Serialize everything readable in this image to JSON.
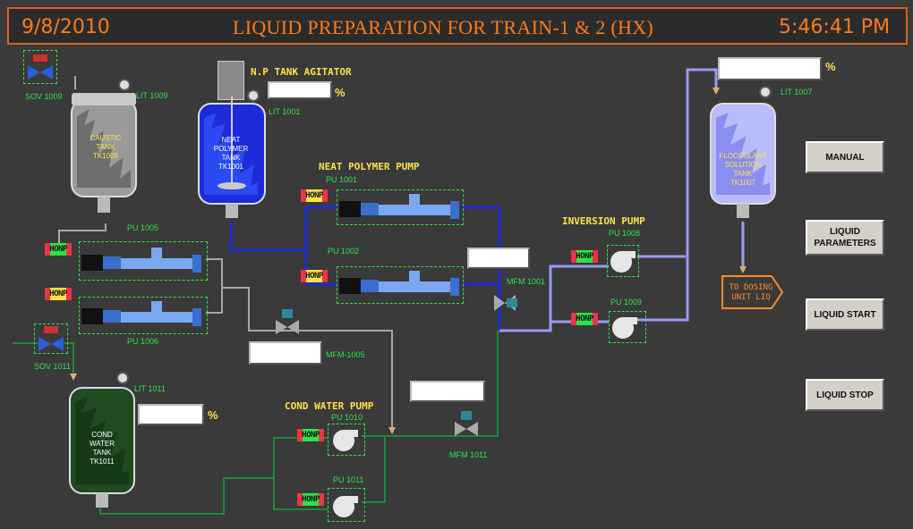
{
  "header": {
    "date": "9/8/2010",
    "title": "LIQUID PREPARATION FOR TRAIN-1 & 2 (HX)",
    "time": "5:46:41 PM"
  },
  "section_titles": {
    "np_agitator": "N.P TANK AGITATOR",
    "neat_polymer_pump": "NEAT POLYMER PUMP",
    "inversion_pump": "INVERSION PUMP",
    "cond_water_pump": "COND WATER PUMP"
  },
  "tanks": {
    "caustic": {
      "lines": [
        "CAUSTIC",
        "TANK",
        "TK1009"
      ],
      "level_tag": "LIT 1009",
      "valve_tag": "SOV 1009"
    },
    "neat_polymer": {
      "lines": [
        "NEAT",
        "POLYMER",
        "TANK",
        "TK1001"
      ],
      "level_tag": "LIT 1001"
    },
    "flocculant": {
      "lines": [
        "FLOCCULANT",
        "SOLUTION",
        "TANK",
        "TK1007"
      ],
      "level_tag": "LIT 1007"
    },
    "cond_water": {
      "lines": [
        "COND",
        "WATER",
        "TANK",
        "TK1011"
      ],
      "level_tag": "LIT 1011",
      "valve_tag": "SOV 1011"
    }
  },
  "pumps": {
    "pu1001": "PU 1001",
    "pu1002": "PU 1002",
    "pu1005": "PU 1005",
    "pu1006": "PU 1006",
    "pu1008": "PU 1008",
    "pu1009": "PU 1009",
    "pu1010": "PU 1010",
    "pu1011": "PU 1011"
  },
  "meters": {
    "mfm1001": "MFM 1001",
    "mfm1005": "MFM-1005",
    "mfm1011": "MFM 1011"
  },
  "mode_badge": "HONP",
  "percent_sign": "%",
  "dosing_label": [
    "TO DOSING",
    "UNIT LIQ"
  ],
  "buttons": {
    "manual": "MANUAL",
    "liquid_parameters": "LIQUID PARAMETERS",
    "liquid_start": "LIQUID START",
    "liquid_stop": "LIQUID STOP"
  },
  "colors": {
    "header_orange": "#ff7a1a",
    "tag_green": "#2ee34a",
    "title_yellow": "#ffe14a",
    "pipe_blue": "#1a2bd6",
    "pipe_lavender": "#9a9cf0",
    "pipe_green": "#1c8a3a",
    "pipe_gray": "#a8a8a8"
  }
}
